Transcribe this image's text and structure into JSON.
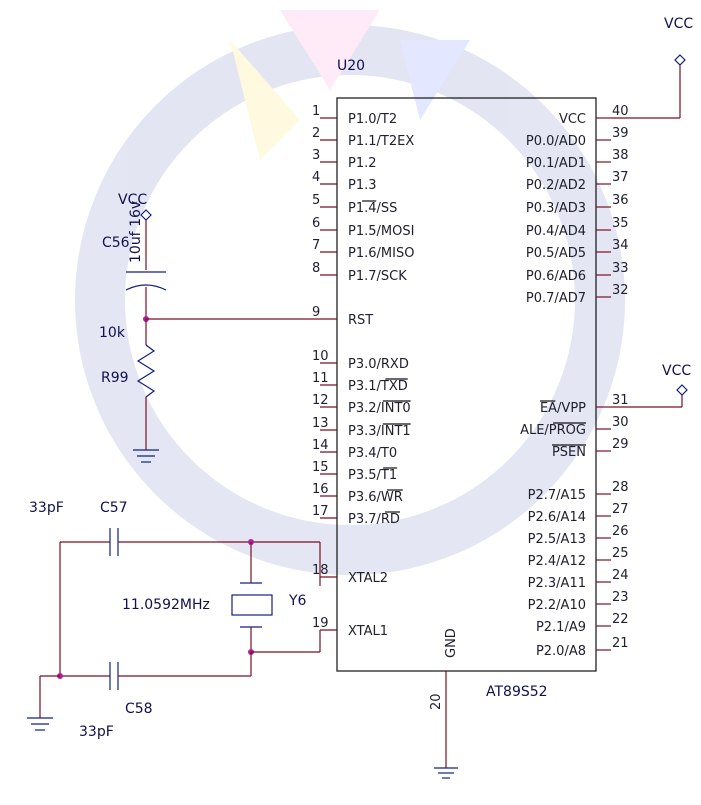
{
  "chip": {
    "ref": "U20",
    "part": "AT89S52",
    "left_pins": [
      {
        "num": "1",
        "name": "P1.0/T2"
      },
      {
        "num": "2",
        "name": "P1.1/T2EX"
      },
      {
        "num": "3",
        "name": "P1.2"
      },
      {
        "num": "4",
        "name": "P1.3"
      },
      {
        "num": "5",
        "name": "P1.4/SS"
      },
      {
        "num": "6",
        "name": "P1.5/MOSI"
      },
      {
        "num": "7",
        "name": "P1.6/MISO"
      },
      {
        "num": "8",
        "name": "P1.7/SCK"
      },
      {
        "num": "9",
        "name": "RST"
      },
      {
        "num": "10",
        "name": "P3.0/RXD"
      },
      {
        "num": "11",
        "name": "P3.1/TXD"
      },
      {
        "num": "12",
        "name": "P3.2/INT0"
      },
      {
        "num": "13",
        "name": "P3.3/INT1"
      },
      {
        "num": "14",
        "name": "P3.4/T0"
      },
      {
        "num": "15",
        "name": "P3.5/T1"
      },
      {
        "num": "16",
        "name": "P3.6/WR"
      },
      {
        "num": "17",
        "name": "P3.7/RD"
      },
      {
        "num": "18",
        "name": "XTAL2"
      },
      {
        "num": "19",
        "name": "XTAL1"
      }
    ],
    "right_pins": [
      {
        "num": "40",
        "name": "VCC"
      },
      {
        "num": "39",
        "name": "P0.0/AD0"
      },
      {
        "num": "38",
        "name": "P0.1/AD1"
      },
      {
        "num": "37",
        "name": "P0.2/AD2"
      },
      {
        "num": "36",
        "name": "P0.3/AD3"
      },
      {
        "num": "35",
        "name": "P0.4/AD4"
      },
      {
        "num": "34",
        "name": "P0.5/AD5"
      },
      {
        "num": "33",
        "name": "P0.6/AD6"
      },
      {
        "num": "32",
        "name": "P0.7/AD7"
      },
      {
        "num": "31",
        "name": "EA/VPP"
      },
      {
        "num": "30",
        "name": "ALE/PROG"
      },
      {
        "num": "29",
        "name": "PSEN"
      },
      {
        "num": "28",
        "name": "P2.7/A15"
      },
      {
        "num": "27",
        "name": "P2.6/A14"
      },
      {
        "num": "26",
        "name": "P2.5/A13"
      },
      {
        "num": "25",
        "name": "P2.4/A12"
      },
      {
        "num": "24",
        "name": "P2.3/A11"
      },
      {
        "num": "23",
        "name": "P2.2/A10"
      },
      {
        "num": "22",
        "name": "P2.1/A9"
      },
      {
        "num": "21",
        "name": "P2.0/A8"
      }
    ],
    "gnd_pin": {
      "num": "20",
      "name": "GND"
    }
  },
  "labels": {
    "vcc_top": "VCC",
    "vcc_ea": "VCC",
    "vcc_reset": "VCC",
    "c56": "C56",
    "c56_value": "10uf 16v",
    "r99": "R99",
    "r99_value": "10k",
    "c57": "C57",
    "c57_value": "33pF",
    "c58": "C58",
    "c58_value": "33pF",
    "crystal": "Y6",
    "crystal_value": "11.0592MHz"
  }
}
